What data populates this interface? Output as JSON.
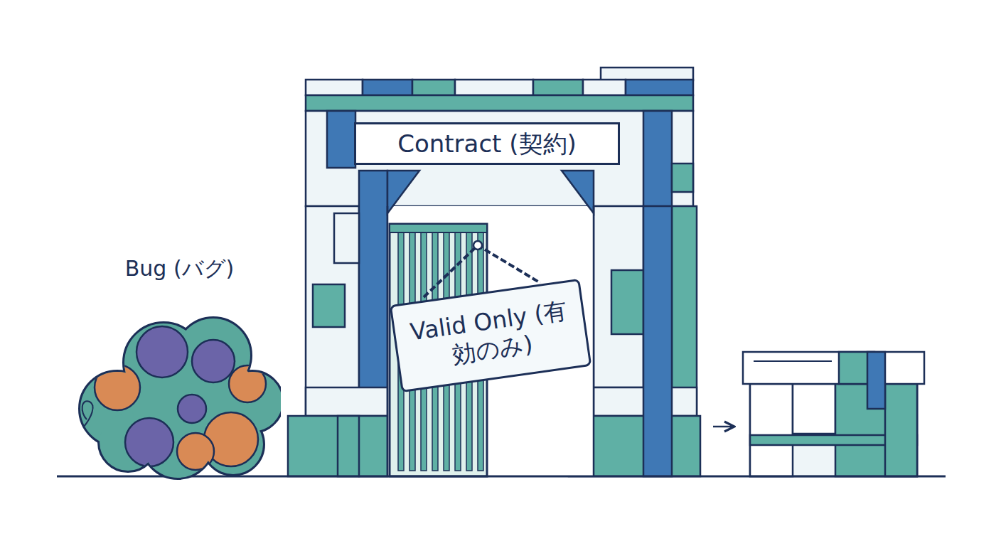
{
  "diagram": {
    "nodes": [
      {
        "text": [
          "Bug (バグ)"
        ]
      },
      {
        "text": [
          "Contract (契約)"
        ]
      },
      {
        "text": [
          "Valid Only (有効のみ)"
        ]
      }
    ]
  }
}
